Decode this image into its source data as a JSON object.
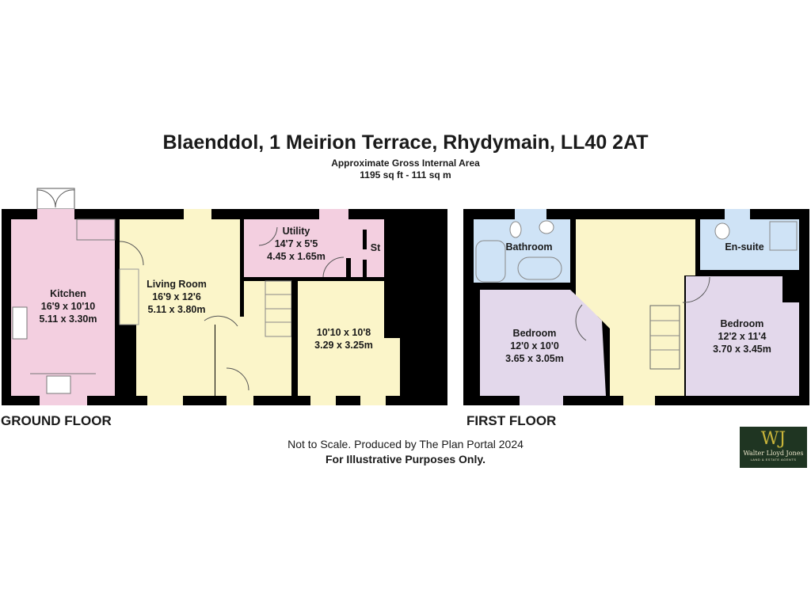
{
  "header": {
    "title": "Blaenddol, 1 Meirion Terrace, Rhydymain, LL40 2AT",
    "area_label": "Approximate Gross Internal Area",
    "area_value": "1195 sq ft - 111 sq m"
  },
  "ground_floor": {
    "label": "GROUND FLOOR",
    "rooms": [
      {
        "name": "Kitchen",
        "imperial": "16'9 x 10'10",
        "metric": "5.11 x 3.30m"
      },
      {
        "name": "Living Room",
        "imperial": "16'9 x 12'6",
        "metric": "5.11 x 3.80m"
      },
      {
        "name": "Utility",
        "imperial": "14'7 x 5'5",
        "metric": "4.45 x 1.65m"
      },
      {
        "name": "St"
      },
      {
        "name": "",
        "imperial": "10'10 x 10'8",
        "metric": "3.29 x 3.25m"
      }
    ]
  },
  "first_floor": {
    "label": "FIRST FLOOR",
    "rooms": [
      {
        "name": "Bathroom"
      },
      {
        "name": "En-suite"
      },
      {
        "name": "Bedroom",
        "imperial": "12'0 x 10'0",
        "metric": "3.65 x 3.05m"
      },
      {
        "name": "Bedroom",
        "imperial": "12'2 x 11'4",
        "metric": "3.70 x 3.45m"
      }
    ]
  },
  "footer": {
    "note": "Not to Scale. Produced by The Plan Portal 2024",
    "disclaimer": "For Illustrative Purposes Only."
  },
  "logo": {
    "name": "Walter Lloyd Jones",
    "tagline": "LAND & ESTATE AGENTS"
  },
  "colors": {
    "kitchen": "#f3cfe0",
    "living": "#fbf5c9",
    "bathroom": "#cfe3f6",
    "bedroom": "#e3d8eb",
    "wall": "#000000"
  }
}
